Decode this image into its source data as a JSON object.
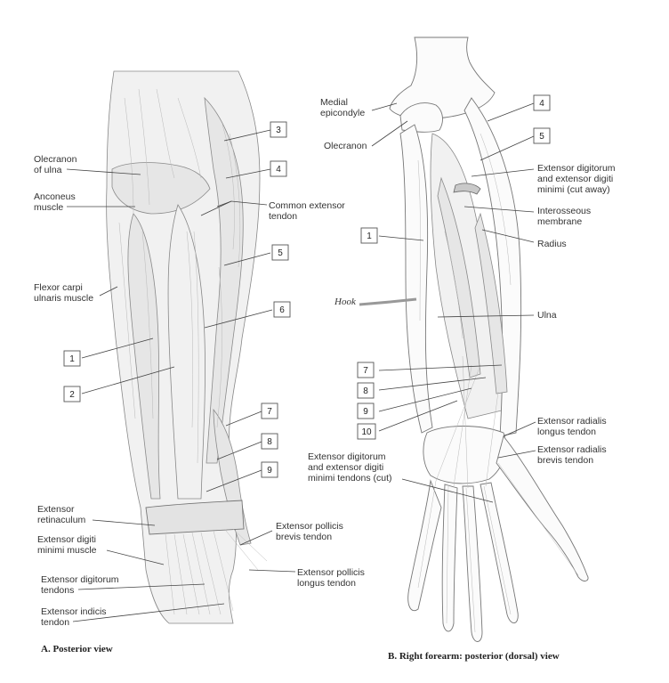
{
  "panel_a": {
    "caption": "A. Posterior view",
    "labels": {
      "olecranon_1": "Olecranon",
      "olecranon_2": "of ulna",
      "anconeus_1": "Anconeus",
      "anconeus_2": "muscle",
      "common_ext_1": "Common extensor",
      "common_ext_2": "tendon",
      "fcu_1": "Flexor carpi",
      "fcu_2": "ulnaris muscle",
      "retinaculum_1": "Extensor",
      "retinaculum_2": "retinaculum",
      "edm_1": "Extensor digiti",
      "edm_2": "minimi muscle",
      "ed_tendons_1": "Extensor digitorum",
      "ed_tendons_2": "tendons",
      "ei_1": "Extensor indicis",
      "ei_2": "tendon",
      "epb_1": "Extensor pollicis",
      "epb_2": "brevis tendon",
      "epl_1": "Extensor pollicis",
      "epl_2": "longus tendon"
    },
    "boxes": [
      "3",
      "4",
      "5",
      "6",
      "1",
      "2",
      "7",
      "8",
      "9"
    ]
  },
  "panel_b": {
    "caption": "B. Right forearm: posterior (dorsal) view",
    "labels": {
      "medial_1": "Medial",
      "medial_2": "epicondyle",
      "olecranon": "Olecranon",
      "edm_cut_1": "Extensor digitorum",
      "edm_cut_2": "and extensor digiti",
      "edm_cut_3": "minimi (cut away)",
      "interosseous_1": "Interosseous",
      "interosseous_2": "membrane",
      "radius": "Radius",
      "hook": "Hook",
      "ulna": "Ulna",
      "erl_1": "Extensor radialis",
      "erl_2": "longus tendon",
      "erb_1": "Extensor radialis",
      "erb_2": "brevis tendon",
      "ed_cut_1": "Extensor digitorum",
      "ed_cut_2": "and extensor digiti",
      "ed_cut_3": "minimi tendons (cut)"
    },
    "boxes": [
      "4",
      "5",
      "1",
      "7",
      "8",
      "9",
      "10"
    ]
  }
}
